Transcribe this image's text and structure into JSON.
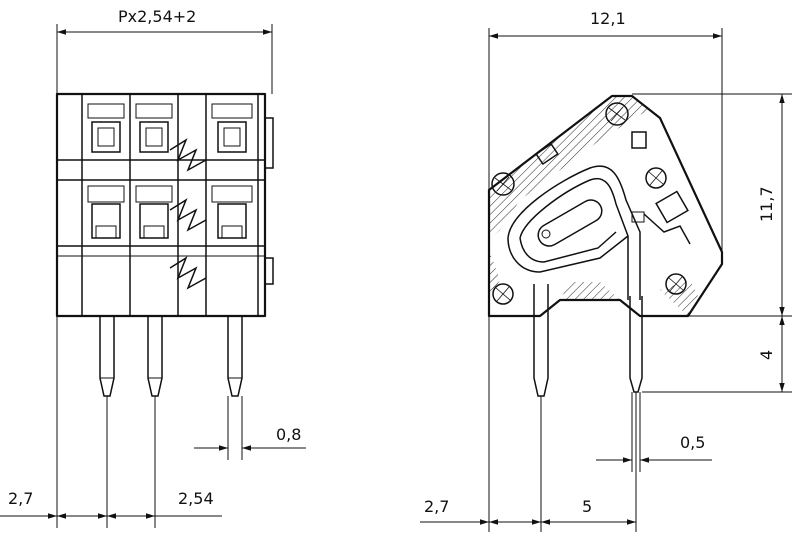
{
  "dimensions": {
    "pitch_total": "Px2,54+2",
    "width_side": "12,1",
    "height_side": "11,7",
    "pin_length": "4",
    "pin_width": "0,8",
    "pin_thickness": "0,5",
    "front_offset": "2,7",
    "front_pitch": "2,54",
    "side_offset": "2,7",
    "side_pin_spacing": "5"
  }
}
